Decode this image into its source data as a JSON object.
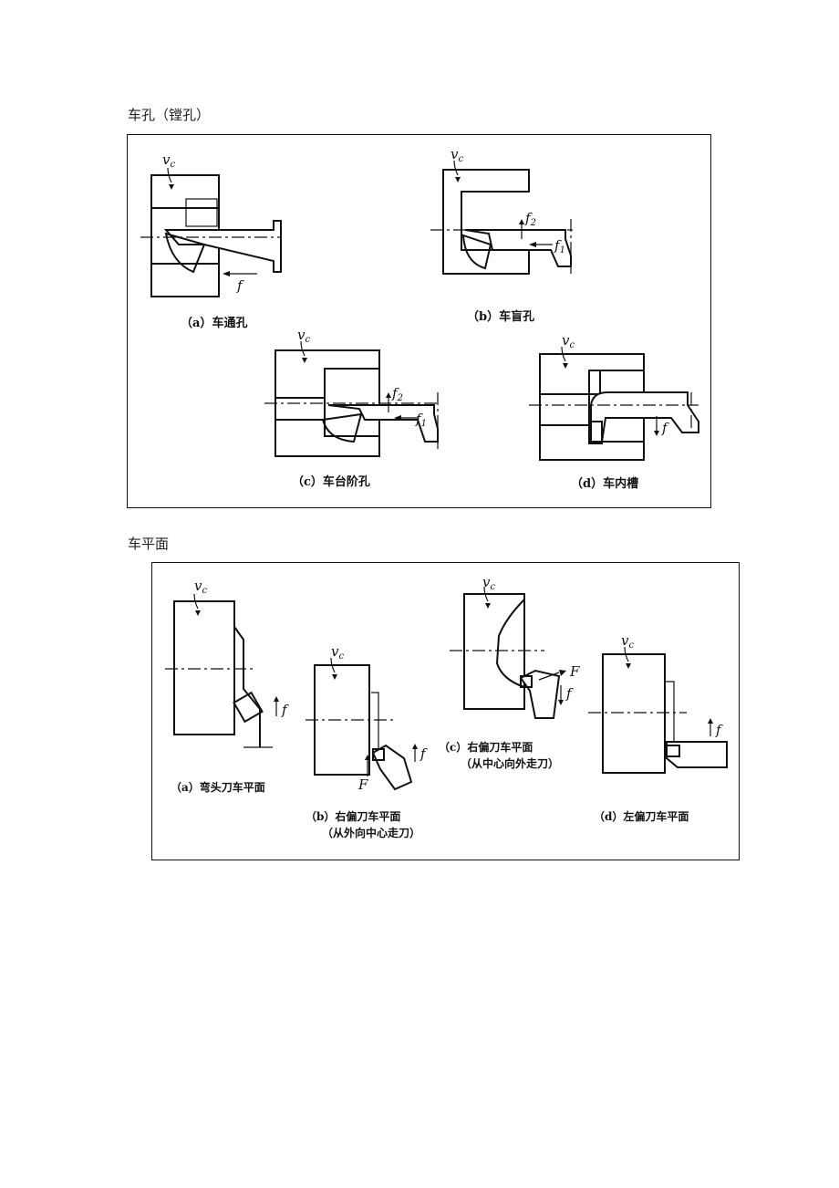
{
  "sections": {
    "holes": {
      "heading": "车孔（镗孔）",
      "figures": {
        "a": {
          "prefix": "（a）",
          "label": "车通孔"
        },
        "b": {
          "prefix": "（b）",
          "label": "车盲孔"
        },
        "c": {
          "prefix": "（c）",
          "label": "车台阶孔"
        },
        "d": {
          "prefix": "（d）",
          "label": "车内槽"
        }
      }
    },
    "faces": {
      "heading": "车平面",
      "figures": {
        "a": {
          "prefix": "（a）",
          "label": "弯头刀车平面"
        },
        "b": {
          "prefix": "（b）",
          "label": "右偏刀车平面",
          "note": "（从外向中心走刀）"
        },
        "c": {
          "prefix": "（c）",
          "label": "右偏刀车平面",
          "note": "（从中心向外走刀）"
        },
        "d": {
          "prefix": "（d）",
          "label": "左偏刀车平面"
        }
      }
    }
  },
  "symbols": {
    "vc": "v",
    "vc_sub": "c",
    "f": "f",
    "f1": "f",
    "f1_sub": "1",
    "f2": "f",
    "f2_sub": "2",
    "F": "F"
  }
}
